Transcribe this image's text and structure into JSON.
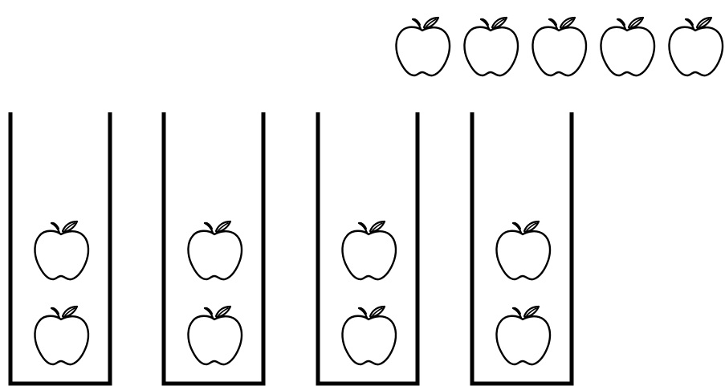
{
  "scene": {
    "loose_apples": 5,
    "bins": [
      {
        "apples": 2
      },
      {
        "apples": 2
      },
      {
        "apples": 2
      },
      {
        "apples": 2
      }
    ]
  },
  "icons": {
    "apple": "apple-icon",
    "bin": "bin-container"
  },
  "colors": {
    "stroke": "#000000",
    "background": "#ffffff"
  }
}
